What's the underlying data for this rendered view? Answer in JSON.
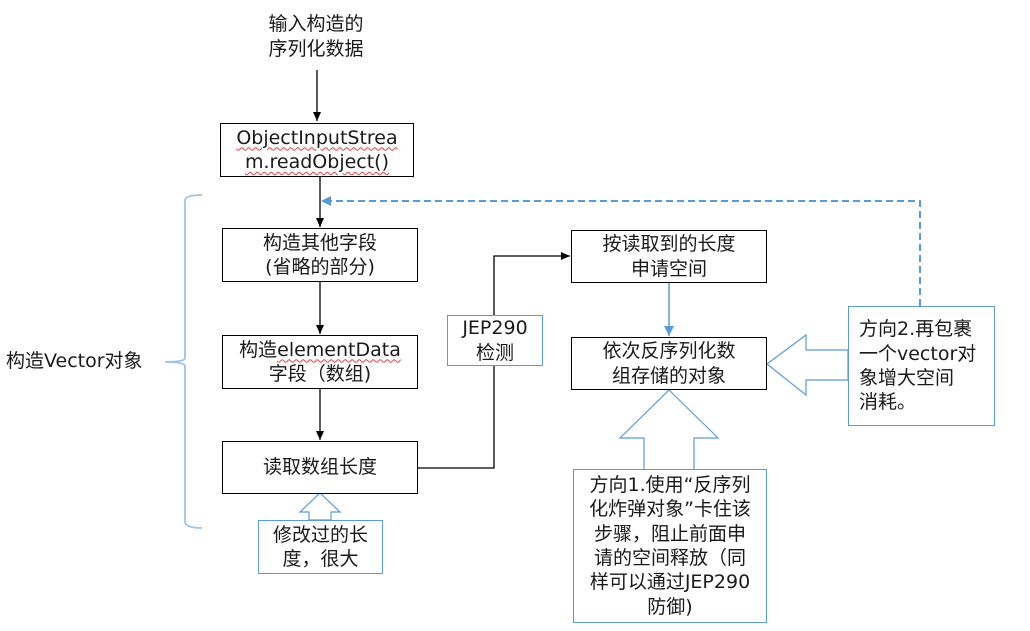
{
  "diagram": {
    "colors": {
      "stroke": "#000000",
      "accent": "#5b9bd5",
      "text": "#1a1a1a"
    },
    "input_label": [
      "输入构造的",
      "序列化数据"
    ],
    "nodes": {
      "read_object": [
        "ObjectInputStrea",
        "m.readObject()"
      ],
      "other_fields": [
        "构造其他字段",
        "(省略的部分)"
      ],
      "element_data": {
        "prefix": "构造",
        "code": "elementData",
        "line2": "字段（数组)"
      },
      "read_length": "读取数组长度",
      "alloc_space": [
        "按读取到的长度",
        "申请空间"
      ],
      "deserialize_items": [
        "依次反序列化数",
        "组存储的对象"
      ]
    },
    "annotations": {
      "jep290": [
        "JEP290",
        "检测"
      ],
      "modified_length": [
        "修改过的长",
        "度，很大"
      ],
      "direction1": [
        "方向1.使用“反序列",
        "化炸弹对象”卡住该",
        "步骤，阻止前面申",
        "请的空间释放（同",
        "样可以通过JEP290",
        "防御)"
      ],
      "direction2": [
        "方向2.再包裹",
        "一个vector对",
        "象增大空间",
        "消耗。"
      ]
    },
    "brace_label": "构造Vector对象"
  }
}
